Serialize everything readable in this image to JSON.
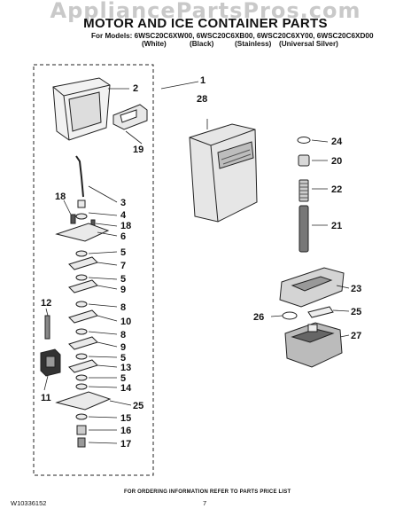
{
  "watermark": "AppliancePartsPros.com",
  "title": "MOTOR AND ICE CONTAINER PARTS",
  "models_line": "For Models: 6WSC20C6XW00, 6WSC20C6XB00, 6WSC20C6XY00, 6WSC20C6XD00",
  "variants": [
    "(White)",
    "(Black)",
    "(Stainless)",
    "(Universal Silver)"
  ],
  "callouts": {
    "c1": "1",
    "c2": "2",
    "c28": "28",
    "c19": "19",
    "c24": "24",
    "c20": "20",
    "c22": "22",
    "c21": "21",
    "c18a": "18",
    "c3": "3",
    "c4": "4",
    "c18b": "18",
    "c6": "6",
    "c5a": "5",
    "c7": "7",
    "c5b": "5",
    "c9a": "9",
    "c8a": "8",
    "c10": "10",
    "c8b": "8",
    "c9b": "9",
    "c5c": "5",
    "c13": "13",
    "c5d": "5",
    "c14": "14",
    "c12": "12",
    "c11": "11",
    "c25a": "25",
    "c15": "15",
    "c16": "16",
    "c17": "17",
    "c23": "23",
    "c26": "26",
    "c25b": "25",
    "c27": "27"
  },
  "footer": {
    "ordering": "FOR ORDERING INFORMATION REFER TO PARTS PRICE LIST",
    "doc_number": "W10336152",
    "page": "7"
  }
}
